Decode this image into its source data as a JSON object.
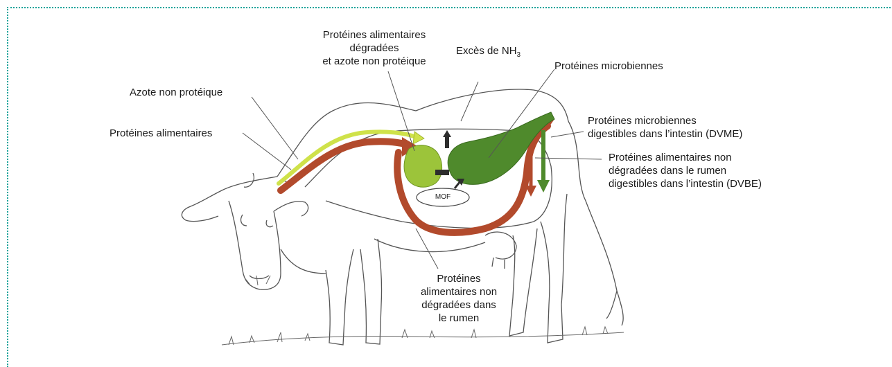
{
  "labels": {
    "proteines_degradees": [
      "Protéines alimentaires",
      "dégradées",
      "et azote non protéique"
    ],
    "exces_nh3": "Excès de NH",
    "exces_nh3_sub": "3",
    "proteines_microbiennes": "Protéines microbiennes",
    "azote_non_proteique": "Azote non protéique",
    "proteines_alimentaires": "Protéines alimentaires",
    "dvme": [
      "Protéines microbiennes",
      "digestibles dans l’intestin (DVME)"
    ],
    "dvbe": [
      "Protéines alimentaires non",
      "dégradées dans le rumen",
      "digestibles dans l’intestin (DVBE)"
    ],
    "non_degradees": [
      "Protéines",
      "alimentaires non",
      "dégradées dans",
      "le rumen"
    ],
    "mof": "MOF"
  },
  "colors": {
    "frame": "#17a39a",
    "red_brown": "#b24a2c",
    "yellow_green": "#cfe24a",
    "light_green": "#9cc43a",
    "dark_green": "#4f8a2c",
    "dark_arrow": "#2d2d2d"
  }
}
